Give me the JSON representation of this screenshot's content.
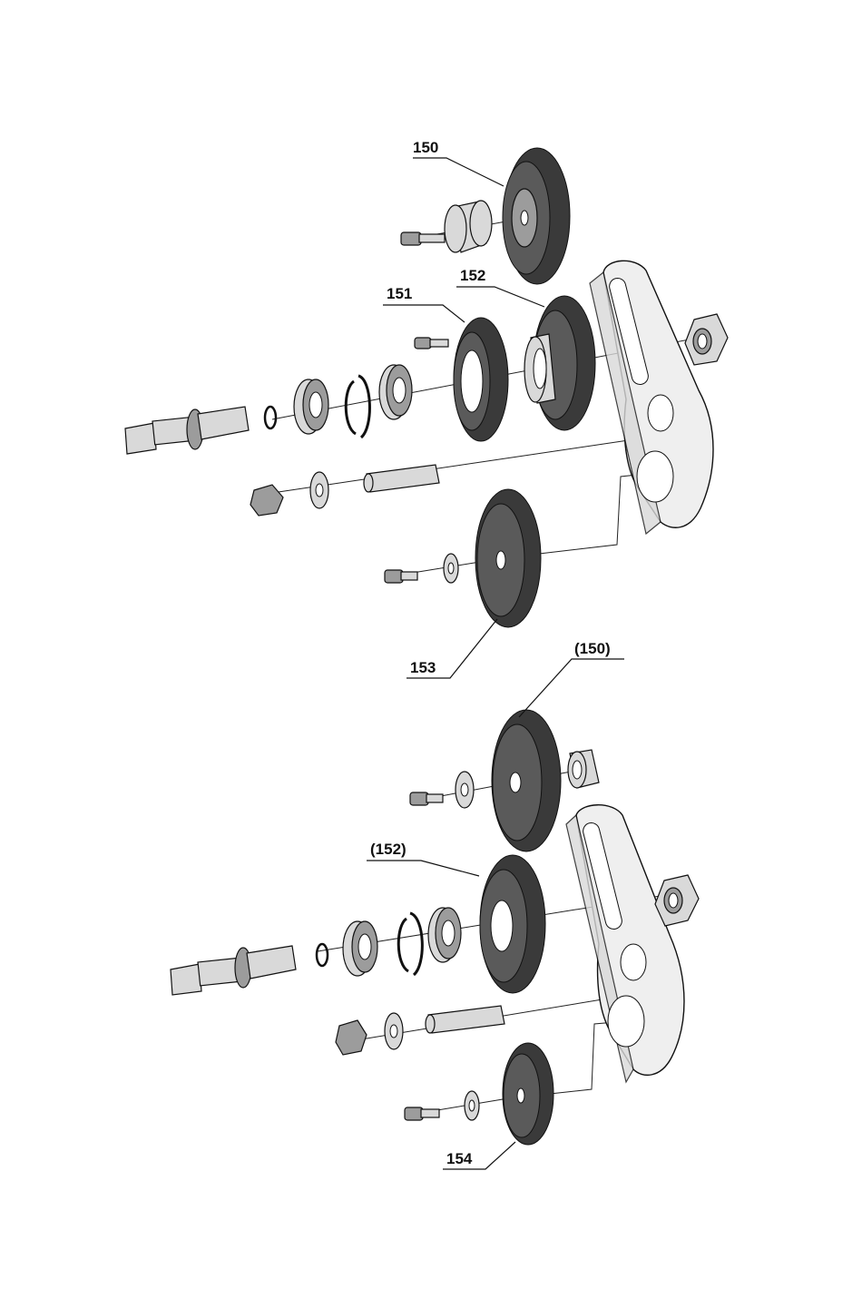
{
  "parts": {
    "part_150": "150",
    "part_151": "151",
    "part_152": "152",
    "part_153": "153",
    "part_150_ref": "(150)",
    "part_152_ref": "(152)",
    "part_154": "154"
  }
}
